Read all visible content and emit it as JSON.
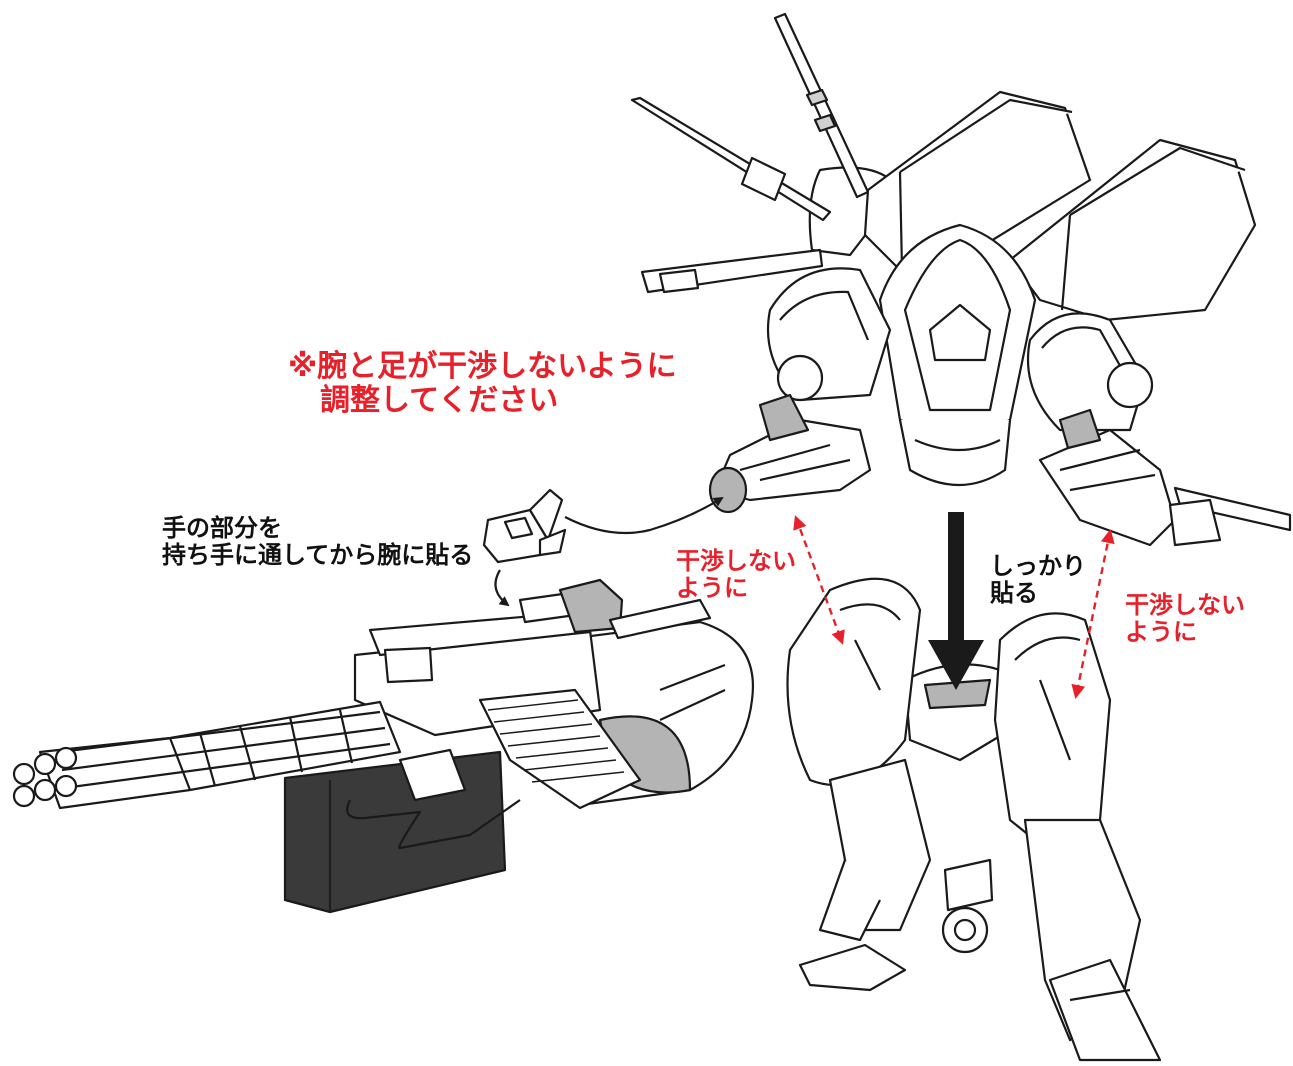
{
  "notes": {
    "warning_line1": "※腕と足が干渉しないように",
    "warning_line2": "調整してください",
    "hand_line1": "手の部分を",
    "hand_line2": "持ち手に通してから腕に貼る",
    "left_line1": "干渉しない",
    "left_line2": "ように",
    "center_line1": "しっかり",
    "center_line2": "貼る",
    "right_line1": "干渉しない",
    "right_line2": "ように"
  },
  "colors": {
    "note_red": "#e8202a",
    "note_black": "#111111",
    "line": "#1a1a1a",
    "dark_fill": "#3a3a3a",
    "gray_fill": "#b4b4b4"
  }
}
